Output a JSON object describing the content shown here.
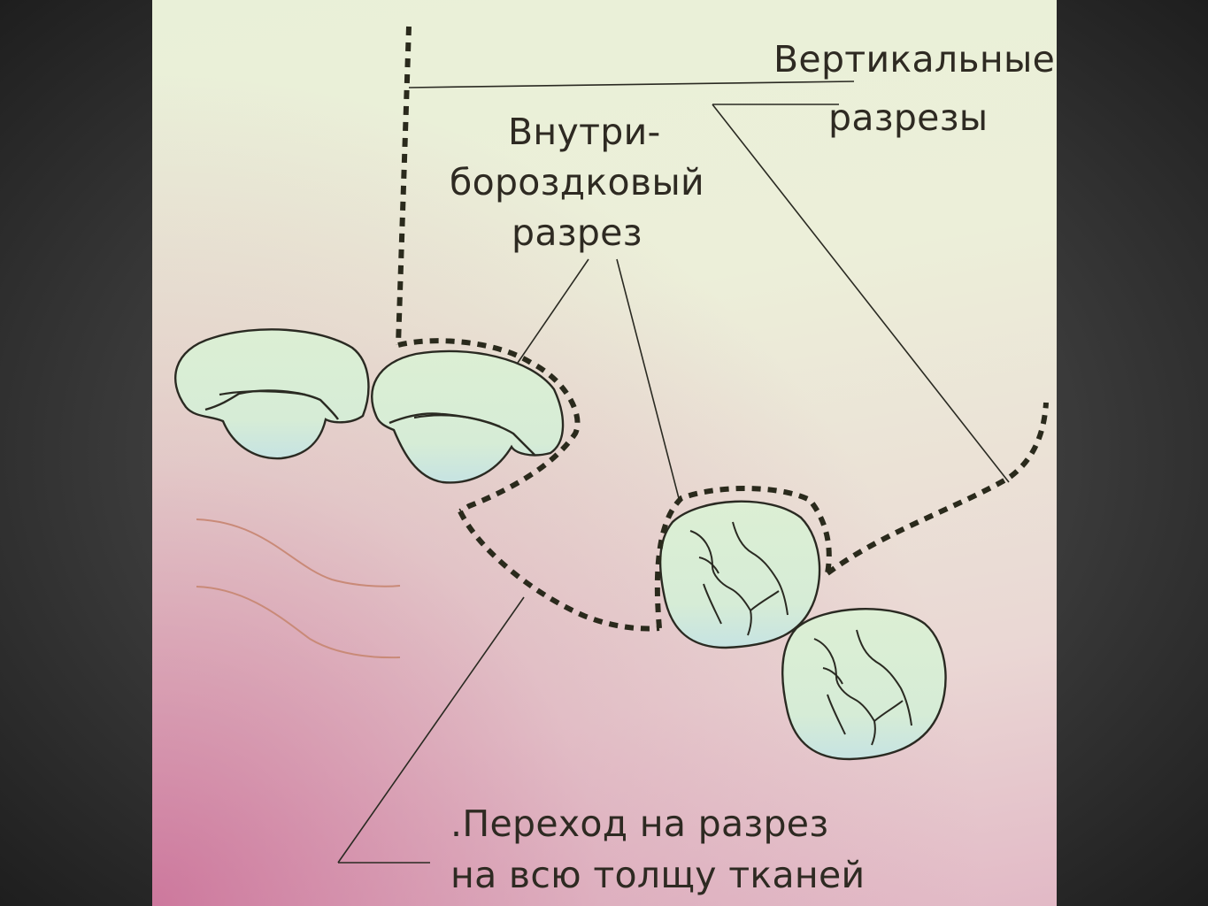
{
  "labels": {
    "vertical_line1": "Вертикальные",
    "vertical_line2": "разрезы",
    "intrasulcular_line1": "Внутри-",
    "intrasulcular_line2": "бороздковый",
    "intrasulcular_line3": "разрез",
    "transition_line1": ".Переход на разрез",
    "transition_line2": "на всю толщу тканей"
  },
  "colors": {
    "tooth_fill": "#dbeed4",
    "tooth_shade": "#c9e4de",
    "outline": "#2a2a22",
    "incision": "#2a2a1c",
    "gum_line": "#c98a78"
  }
}
